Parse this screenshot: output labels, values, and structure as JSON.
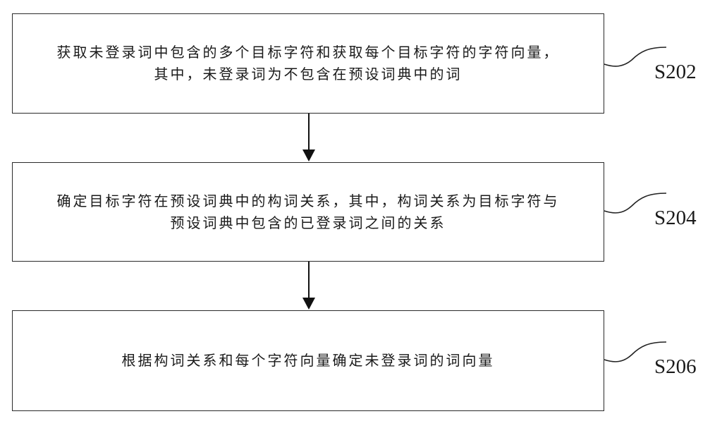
{
  "steps": [
    {
      "id": "S202",
      "lines": [
        "获取未登录词中包含的多个目标字符和获取每个目标字符的字符向量，",
        "其中，未登录词为不包含在预设词典中的词"
      ]
    },
    {
      "id": "S204",
      "lines": [
        "确定目标字符在预设词典中的构词关系，其中，构词关系为目标字符与",
        "预设词典中包含的已登录词之间的关系"
      ]
    },
    {
      "id": "S206",
      "lines": [
        "根据构词关系和每个字符向量确定未登录词的词向量"
      ]
    }
  ]
}
